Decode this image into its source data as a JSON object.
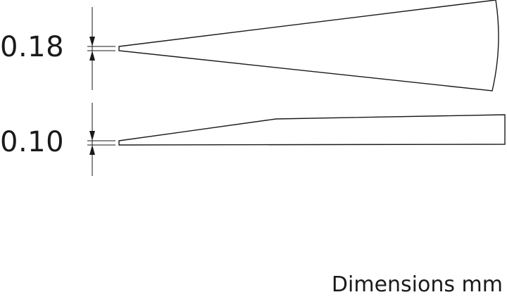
{
  "tips": [
    {
      "id": "upper",
      "dimension": "0.18"
    },
    {
      "id": "lower",
      "dimension": "0.10"
    }
  ],
  "footnote": "Dimensions mm",
  "colors": {
    "line": "#1a1a1a",
    "background": "#ffffff"
  }
}
